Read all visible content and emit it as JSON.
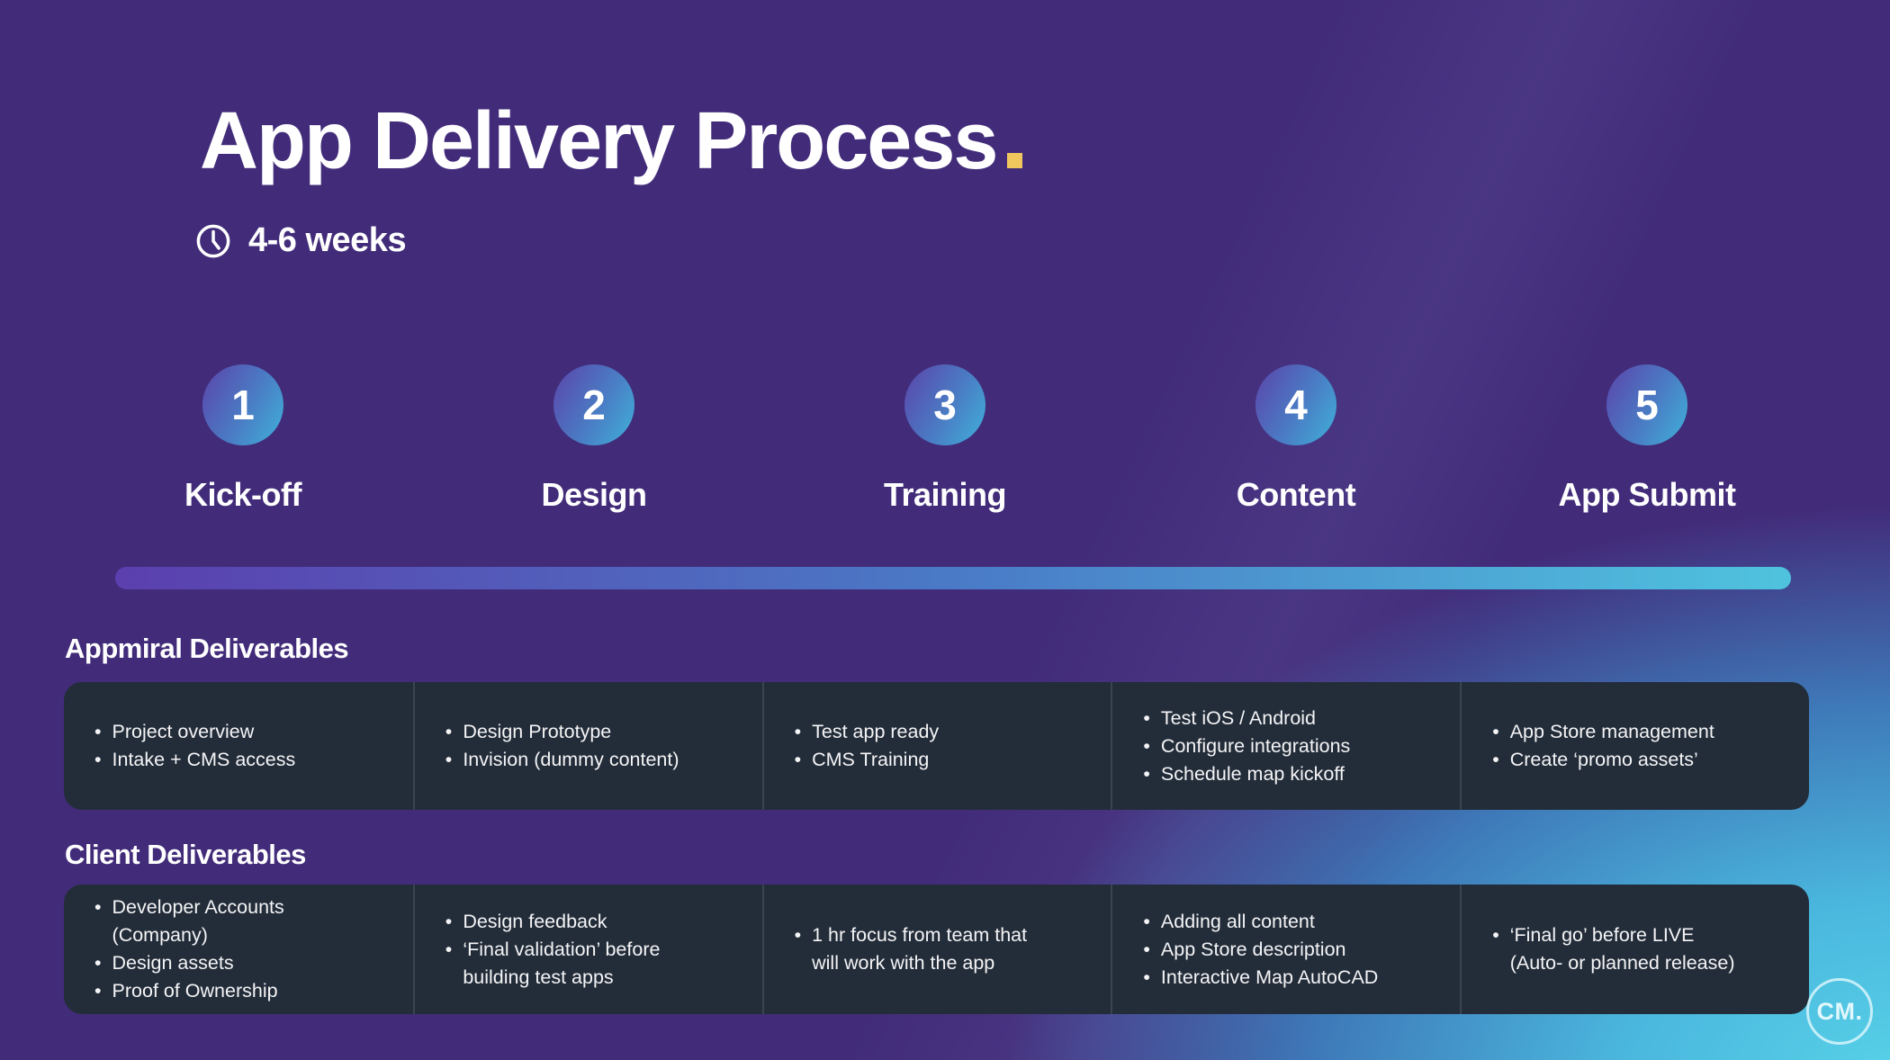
{
  "slide": {
    "title": "App Delivery Process",
    "duration": "4-6 weeks"
  },
  "steps": [
    {
      "number": "1",
      "label": "Kick-off"
    },
    {
      "number": "2",
      "label": "Design"
    },
    {
      "number": "3",
      "label": "Training"
    },
    {
      "number": "4",
      "label": "Content"
    },
    {
      "number": "5",
      "label": "App Submit"
    }
  ],
  "sections": [
    {
      "heading": "Appmiral Deliverables",
      "cards": [
        {
          "items": [
            "Project overview",
            "Intake + CMS access"
          ]
        },
        {
          "items": [
            "Design Prototype",
            "Invision (dummy content)"
          ]
        },
        {
          "items": [
            "Test app ready",
            "CMS Training"
          ]
        },
        {
          "items": [
            "Test iOS / Android",
            "Configure integrations",
            "Schedule map kickoff"
          ]
        },
        {
          "items": [
            "App Store management",
            "Create ‘promo assets’"
          ]
        }
      ]
    },
    {
      "heading": "Client Deliverables",
      "cards": [
        {
          "items": [
            "Developer Accounts\n(Company)",
            "Design assets",
            "Proof of Ownership"
          ]
        },
        {
          "items": [
            "Design feedback",
            "‘Final validation’ before\nbuilding test apps"
          ]
        },
        {
          "items": [
            "1 hr focus from team that\nwill work with the app"
          ]
        },
        {
          "items": [
            "Adding all content",
            "App Store description",
            "Interactive Map AutoCAD"
          ]
        },
        {
          "items": [
            "‘Final go’ before LIVE\n(Auto- or planned release)"
          ]
        }
      ]
    }
  ],
  "logo": {
    "text": "CM."
  },
  "icons": {
    "clock": "clock-icon"
  },
  "colors": {
    "background_purple": "#422C7A",
    "glow_cyan": "#58D4E9",
    "glow_blue": "#3E78B8",
    "card_background": "#232D39",
    "card_divider": "#3A4450",
    "accent_gold": "#F0C75F",
    "bar_gradient_start": "#5B3FAE",
    "bar_gradient_end": "#4FC3DE",
    "circle_gradient_start": "#5B44AA",
    "circle_gradient_end": "#3FB2DA",
    "text": "#FFFFFF"
  }
}
